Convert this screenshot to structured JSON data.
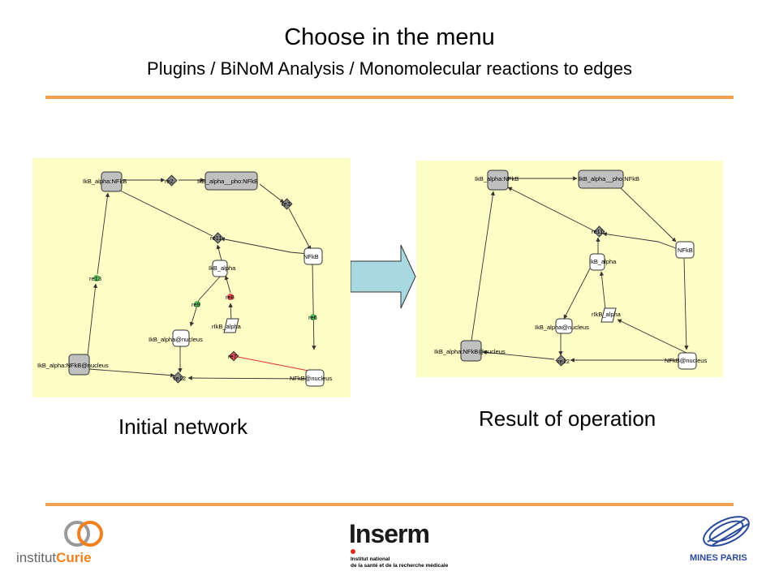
{
  "slide": {
    "title": "Choose in the menu",
    "subtitle": "Plugins / BiNoM Analysis / Monomolecular reactions to edges",
    "left_caption": "Initial network",
    "right_caption": "Result of operation"
  },
  "colors": {
    "accent_rule": "#f0a050",
    "panel_bg": "#fdfdc6",
    "arrow_fill": "#a8d8e0",
    "green_node": "#5cb85c",
    "red_node": "#e05050",
    "highlight_edge": "#e03030"
  },
  "initial_network": {
    "nodes": {
      "complex1": "IkB_alpha:NFkB",
      "complex2": "IkB_alpha__pho:NFkB",
      "nfkb": "NFkB",
      "ikb": "IkB_alpha",
      "rikb": "rIkB_alpha",
      "ikb_nuc": "IkB_alpha@nucleus",
      "complex_nuc": "IkB_alpha:NFkB@nucleus",
      "nfkb_nuc": "NFkB@nucleus"
    },
    "reactions": {
      "re2": "re2",
      "re3": "re3",
      "re11": "re11",
      "re13": "re13",
      "re9": "re9",
      "re8": "re8",
      "re6": "re6",
      "re7": "re7",
      "re12": "re12"
    }
  },
  "result_network": {
    "nodes": {
      "complex1": "IkB_alpha:NFkB",
      "complex2": "IkB_alpha__pho:NFkB",
      "nfkb": "NFkB",
      "ikb": "IkB_alpha",
      "rikb": "rIkB_alpha",
      "ikb_nuc": "IkB_alpha@nucleus",
      "complex_nuc": "IkB_alpha:NFkB@nucleus",
      "nfkb_nuc": "NFkB@nucleus"
    },
    "reactions": {
      "re11": "re11",
      "re12": "re12"
    }
  },
  "logos": {
    "curie_left": "institut",
    "curie_right": "Curie",
    "inserm": "Inserm",
    "inserm_line1": "Institut national",
    "inserm_line2": "de la santé et de la recherche médicale",
    "mines": "MINES PARIS"
  }
}
